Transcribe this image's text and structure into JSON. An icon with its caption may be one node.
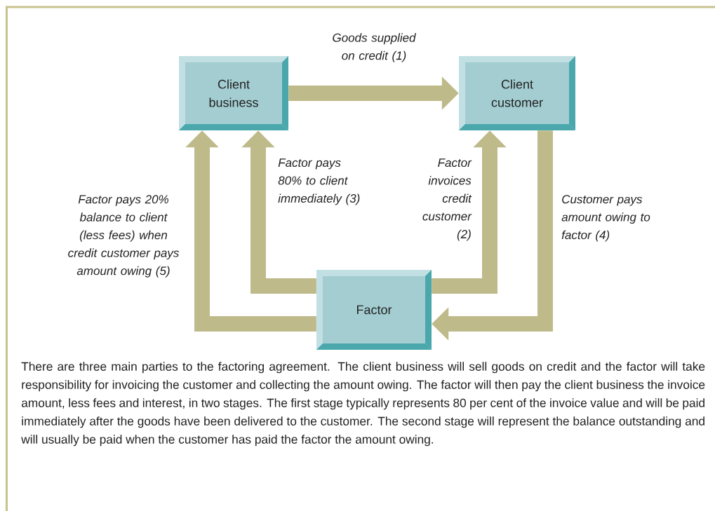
{
  "diagram": {
    "caption": "There are three main parties to the factoring agreement. The client business will sell goods on credit and the factor will take responsibility for invoicing the customer and collecting the amount owing. The factor will then pay the client business the invoice amount, less fees and interest, in two stages. The first stage typically represents 80 per cent of the invoice value and will be paid immediately after the goods have been delivered to the customer. The second stage will represent the balance outstanding and will usually be paid when the customer has paid the factor the amount owing.",
    "nodes": [
      {
        "text": [
          "Client business"
        ]
      },
      {
        "text": [
          "Client customer"
        ]
      },
      {
        "text": [
          "Factor"
        ]
      }
    ],
    "edges": [
      {
        "from": 0,
        "to": 1,
        "arrow": "to",
        "label": "Goods supplied on credit (1)"
      },
      {
        "from": 2,
        "to": 1,
        "arrow": "to",
        "label": "Factor invoices credit customer (2)"
      },
      {
        "from": 2,
        "to": 0,
        "arrow": "to",
        "label": "Factor pays 80% to client immediately (3)"
      },
      {
        "from": 1,
        "to": 2,
        "arrow": "to",
        "label": "Customer pays amount owing to factor (4)"
      },
      {
        "from": 2,
        "to": 0,
        "arrow": "to",
        "label": "Factor pays 20% balance to client (less fees) when credit customer pays amount owing (5)"
      }
    ]
  }
}
